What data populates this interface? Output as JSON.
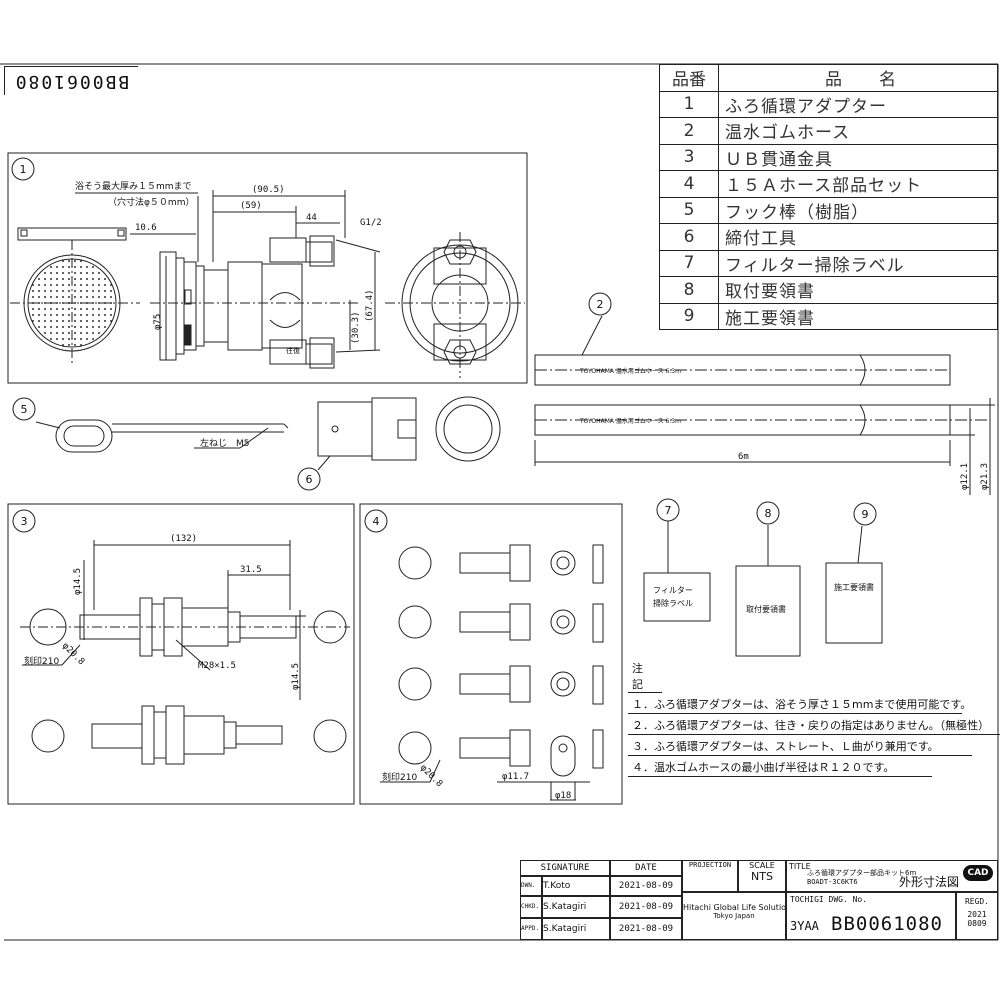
{
  "doc_id": "BB0061080",
  "parts_table": {
    "header_no": "品番",
    "header_name": "品　　名",
    "rows": [
      {
        "no": "1",
        "name": "ふろ循環アダプター"
      },
      {
        "no": "2",
        "name": "温水ゴムホース"
      },
      {
        "no": "3",
        "name": "ＵＢ貫通金具"
      },
      {
        "no": "4",
        "name": "１５Ａホース部品セット"
      },
      {
        "no": "5",
        "name": "フック棒（樹脂）"
      },
      {
        "no": "6",
        "name": "締付工具"
      },
      {
        "no": "7",
        "name": "フィルター掃除ラベル"
      },
      {
        "no": "8",
        "name": "取付要領書"
      },
      {
        "no": "9",
        "name": "施工要領書"
      }
    ]
  },
  "view1": {
    "callout": "1",
    "note_thickness": "浴そう最大厚み１５mmまで",
    "note_hole": "（穴寸法φ５０mm）",
    "dim_90_5": "(90.5)",
    "dim_59": "(59)",
    "dim_44": "44",
    "dim_g12": "G1/2",
    "dim_10_6": "10.6",
    "dim_phi75": "φ75",
    "dim_67_4": "(67.4)",
    "dim_30_3": "(30.3)",
    "label_mark": "往復"
  },
  "view2": {
    "callout": "2",
    "hose_text": "TOYOHAMA 温水用ゴムホース 6.3m",
    "dim_6m": "6m",
    "dim_phi12_1": "φ12.1",
    "dim_phi21_3": "φ21.3"
  },
  "view5": {
    "callout": "5",
    "label": "左ねじ　M5"
  },
  "view6": {
    "callout": "6"
  },
  "view3": {
    "callout": "3",
    "dim_132": "(132)",
    "dim_31_5": "31.5",
    "dim_phi14_5a": "φ14.5",
    "dim_phi14_5b": "φ14.5",
    "dim_phi20_8": "φ20.8",
    "thread": "M28×1.5",
    "stamp": "刻印210"
  },
  "view4": {
    "callout": "4",
    "dim_phi20_8": "φ20.8",
    "dim_phi11_7": "φ11.7",
    "dim_phi18": "φ18",
    "stamp": "刻印210"
  },
  "label7": {
    "callout": "7",
    "line1": "フィルター",
    "line2": "掃除ラベル"
  },
  "label8": {
    "callout": "8",
    "text": "取付要領書"
  },
  "label9": {
    "callout": "9",
    "text": "施工要領書"
  },
  "notes": {
    "heading": "注　記",
    "items": [
      "１．ふろ循環アダプターは、浴そう厚さ１５mmまで使用可能です。",
      "２．ふろ循環アダプターは、往き・戻りの指定はありません。（無極性）",
      "３．ふろ循環アダプターは、ストレート、Ｌ曲がり兼用です。",
      "４．温水ゴムホースの最小曲げ半径はＲ１２０です。"
    ]
  },
  "title_block": {
    "signature_label": "SIGNATURE",
    "date_label": "DATE",
    "projection_label": "PROJECTION",
    "scale_label": "SCALE",
    "scale_value": "NTS",
    "title_label": "TITLE",
    "title_line1": "ふろ循環アダプター部品キット6m",
    "title_line2": "BOADT-3C6KT6",
    "title_main": "外形寸法図",
    "cad_badge": "CAD",
    "dwn_label": "DWN.",
    "dwn_name": "T.Koto",
    "dwn_date": "2021-08-09",
    "chkd_label": "CHKD.",
    "chkd_name": "S.Katagiri",
    "chkd_date": "2021-08-09",
    "appd_label": "APPD.",
    "appd_name": "S.Katagiri",
    "appd_date": "2021-08-09",
    "company": "Hitachi Global Life Solutions, Inc.",
    "city": "Tokyo Japan",
    "dwg_label": "TOCHIGI DWG. No.",
    "dwg_prefix": "3YAA",
    "dwg_no": "BB0061080",
    "regd_label": "REGD.",
    "regd_date": "2021 0809"
  }
}
